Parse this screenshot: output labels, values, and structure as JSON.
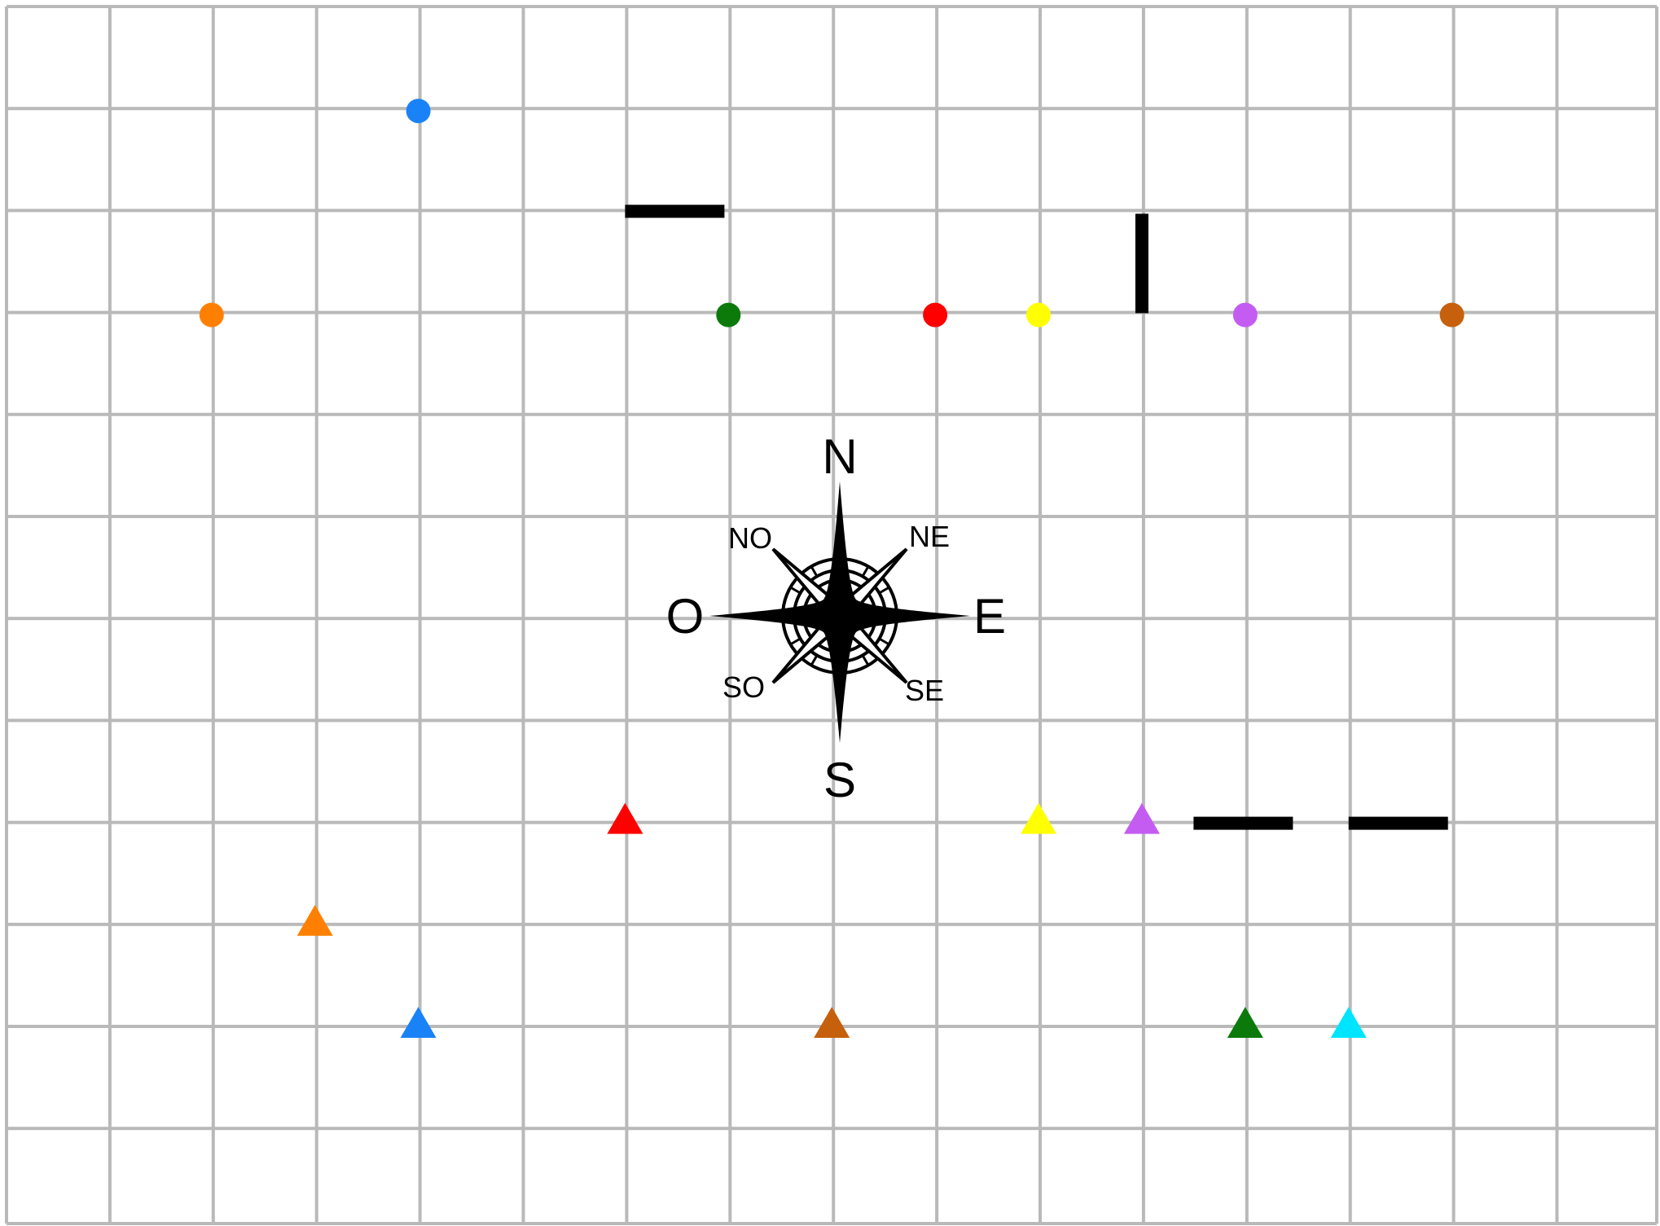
{
  "grid": {
    "columns": 16,
    "rows": 12,
    "line_color": "#b9b9b9"
  },
  "compass": {
    "labels": {
      "n": "N",
      "s": "S",
      "e": "E",
      "w": "O",
      "ne": "NE",
      "nw": "NO",
      "se": "SE",
      "sw": "SO"
    },
    "color": "#000000"
  },
  "markers": {
    "circles": [
      {
        "name": "blue-circle",
        "color": "#1a82f7",
        "col": 4,
        "row": 1
      },
      {
        "name": "orange-circle",
        "color": "#ff8000",
        "col": 2,
        "row": 3
      },
      {
        "name": "green-circle",
        "color": "#0b7a0b",
        "col": 7,
        "row": 3
      },
      {
        "name": "red-circle",
        "color": "#ff0000",
        "col": 9,
        "row": 3
      },
      {
        "name": "yellow-circle",
        "color": "#ffff00",
        "col": 10,
        "row": 3
      },
      {
        "name": "purple-circle",
        "color": "#c45cf2",
        "col": 12,
        "row": 3
      },
      {
        "name": "brown-circle",
        "color": "#c6600c",
        "col": 14,
        "row": 3
      }
    ],
    "triangles": [
      {
        "name": "red-triangle",
        "color": "#ff0000",
        "col": 6,
        "row": 8
      },
      {
        "name": "yellow-triangle",
        "color": "#ffff00",
        "col": 10,
        "row": 8
      },
      {
        "name": "purple-triangle",
        "color": "#c45cf2",
        "col": 11,
        "row": 8
      },
      {
        "name": "orange-triangle",
        "color": "#ff8000",
        "col": 3,
        "row": 9
      },
      {
        "name": "blue-triangle",
        "color": "#1a82f7",
        "col": 4,
        "row": 10
      },
      {
        "name": "brown-triangle",
        "color": "#c6600c",
        "col": 8,
        "row": 10
      },
      {
        "name": "green-triangle",
        "color": "#0b7a0b",
        "col": 12,
        "row": 10
      },
      {
        "name": "cyan-triangle",
        "color": "#00e5ff",
        "col": 13,
        "row": 10
      }
    ],
    "walls": [
      {
        "name": "wall-horizontal-1",
        "orientation": "horizontal",
        "col": 6,
        "row": 2,
        "length": 1
      },
      {
        "name": "wall-vertical-1",
        "orientation": "vertical",
        "col": 11,
        "row": 2,
        "length": 1
      },
      {
        "name": "wall-horizontal-2",
        "orientation": "horizontal",
        "col": 11.5,
        "row": 8,
        "length": 1
      },
      {
        "name": "wall-horizontal-3",
        "orientation": "horizontal",
        "col": 13,
        "row": 8,
        "length": 1
      }
    ],
    "wall_color": "#000000"
  }
}
